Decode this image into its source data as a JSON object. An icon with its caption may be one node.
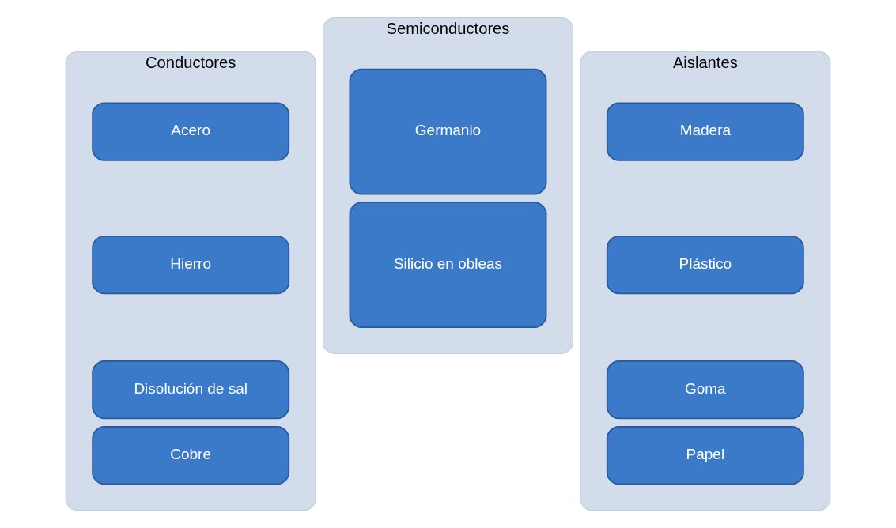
{
  "diagram": {
    "nodes": [
      {
        "text": [
          "Conductores"
        ]
      },
      {
        "text": [
          "Acero"
        ],
        "in": 0
      },
      {
        "text": [
          "Hierro"
        ],
        "in": 0
      },
      {
        "text": [
          "Disolución de sal"
        ],
        "in": 0
      },
      {
        "text": [
          "Cobre"
        ],
        "in": 0
      },
      {
        "text": [
          "Semiconductores"
        ]
      },
      {
        "text": [
          "Germanio"
        ],
        "in": 5
      },
      {
        "text": [
          "Silicio en obleas"
        ],
        "in": 5
      },
      {
        "text": [
          "Aislantes"
        ]
      },
      {
        "text": [
          "Madera"
        ],
        "in": 8
      },
      {
        "text": [
          "Plástico"
        ],
        "in": 8
      },
      {
        "text": [
          "Goma"
        ],
        "in": 8
      },
      {
        "text": [
          "Papel"
        ],
        "in": 8
      }
    ]
  }
}
